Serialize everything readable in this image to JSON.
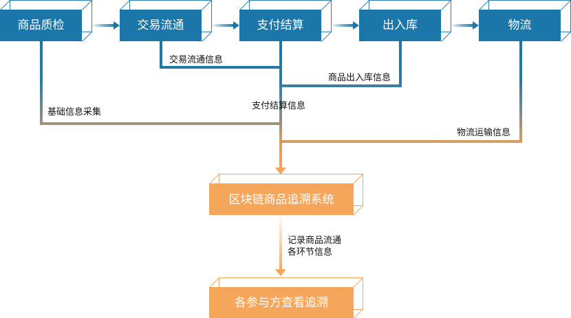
{
  "colors": {
    "blue": "#1b77a9",
    "orange": "#f5a65b",
    "blue_frame": "#2a7fb0",
    "orange_frame": "#f5a65b",
    "edge_text": "#111111"
  },
  "stages": [
    {
      "id": "quality-check",
      "label": "商品质检"
    },
    {
      "id": "circulation",
      "label": "交易流通"
    },
    {
      "id": "payment",
      "label": "支付结算"
    },
    {
      "id": "warehouse",
      "label": "出入库"
    },
    {
      "id": "logistics",
      "label": "物流"
    }
  ],
  "edges": [
    {
      "from": "quality-check",
      "label": "基础信息采集"
    },
    {
      "from": "circulation",
      "label": "交易流通信息"
    },
    {
      "from": "warehouse",
      "label": "商品出入库信息"
    },
    {
      "from": "payment",
      "label": "支付结算信息"
    },
    {
      "from": "logistics",
      "label": "物流运输信息"
    }
  ],
  "system": {
    "label": "区块链商品追溯系统"
  },
  "record_note": {
    "line1": "记录商品流通",
    "line2": "各环节信息"
  },
  "viewer": {
    "label": "各参与方查看追溯"
  }
}
